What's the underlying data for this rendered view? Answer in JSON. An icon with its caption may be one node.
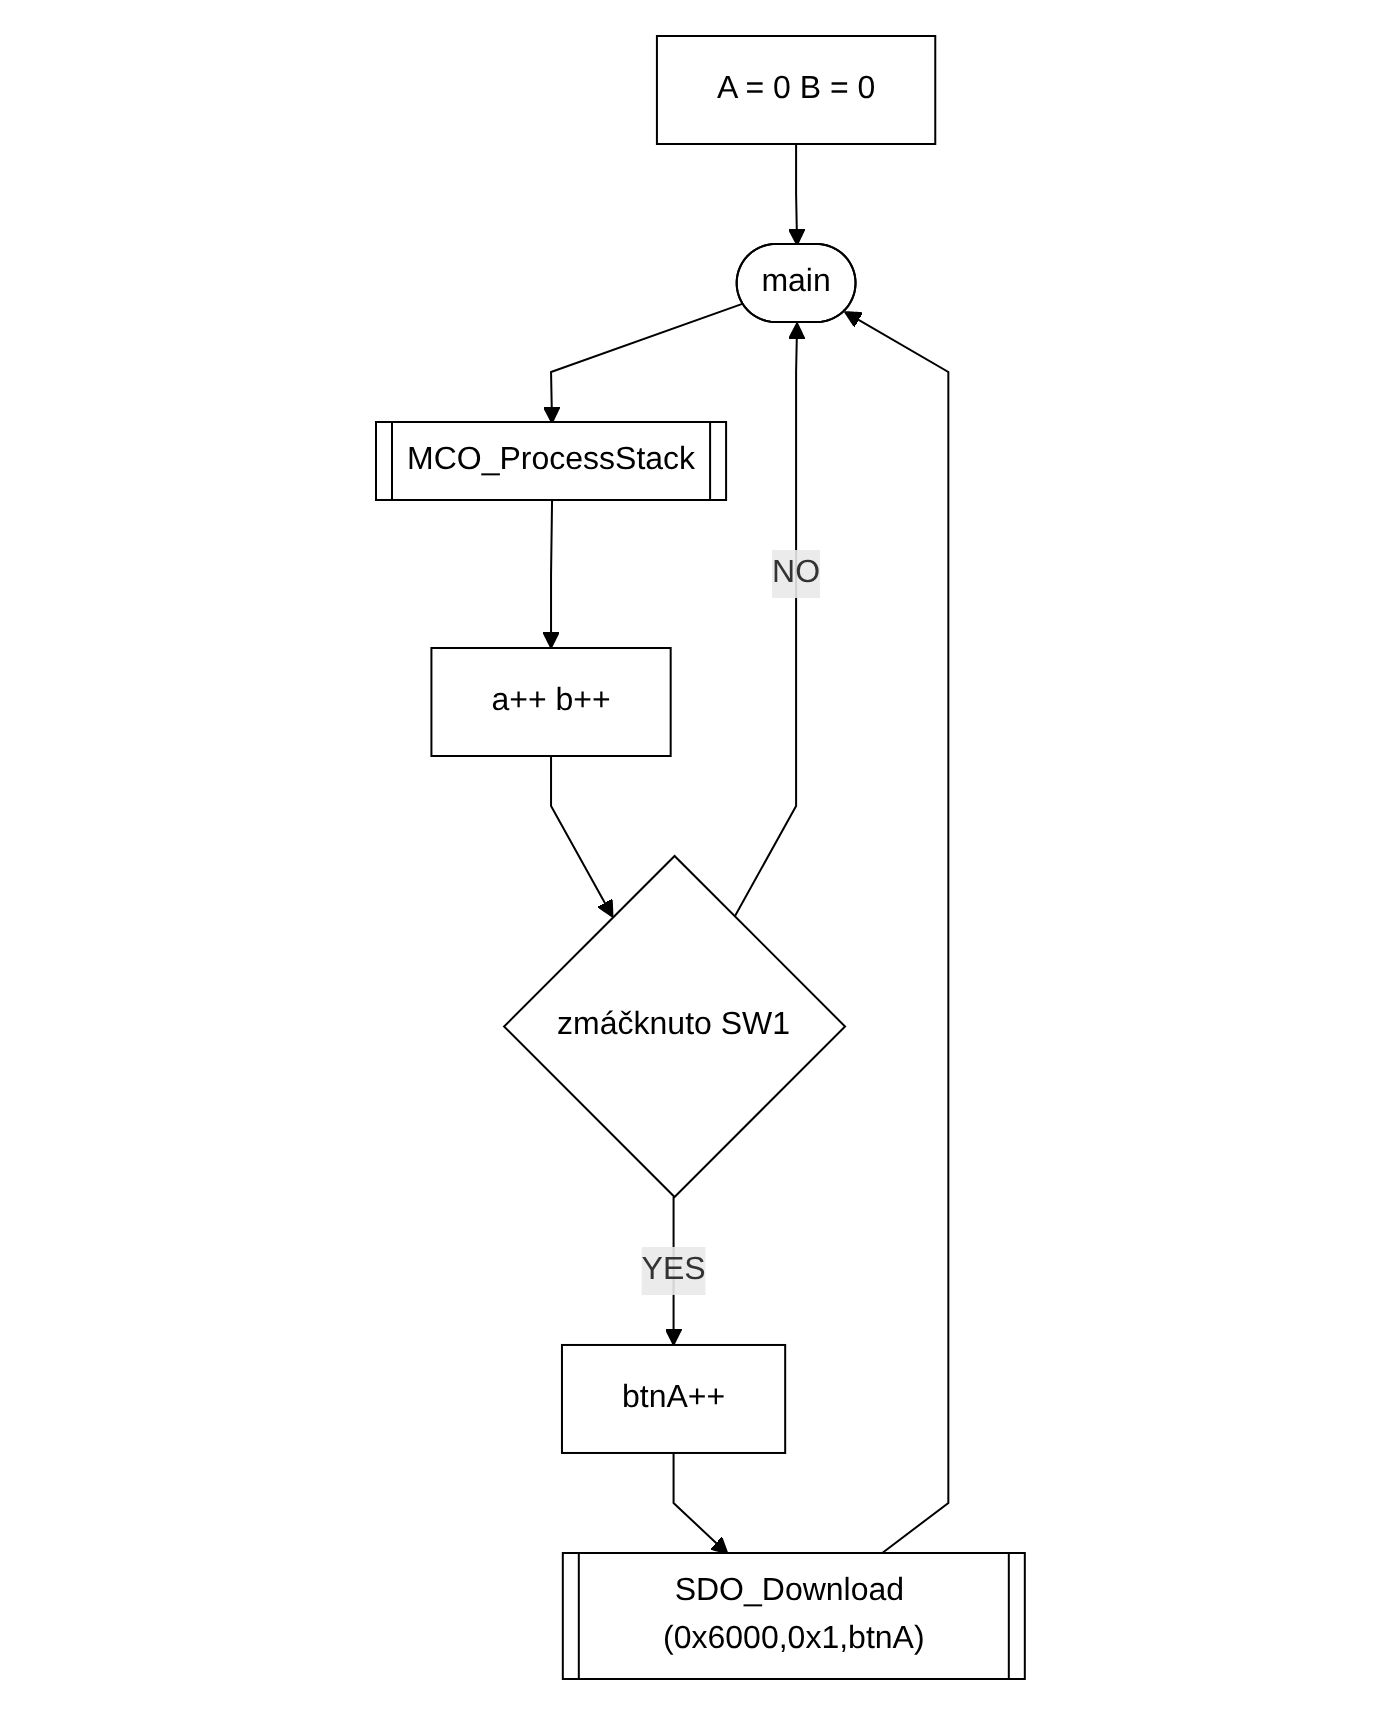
{
  "diagram": {
    "nodes": [
      {
        "text": [
          "A = 0 B = 0"
        ]
      },
      {
        "text": [
          "main"
        ]
      },
      {
        "text": [
          "MCO_ProcessStack"
        ]
      },
      {
        "text": [
          "a++ b++"
        ]
      },
      {
        "text": [
          "zmáčknuto SW1"
        ]
      },
      {
        "text": [
          "btnA++"
        ]
      },
      {
        "text": [
          "SDO_Download (0x6000,0x1,btnA)"
        ]
      }
    ],
    "edges": [
      {
        "from": 0,
        "to": 1,
        "arrow": "to"
      },
      {
        "from": 1,
        "to": 2,
        "arrow": "to"
      },
      {
        "from": 2,
        "to": 3,
        "arrow": "to"
      },
      {
        "from": 3,
        "to": 4,
        "arrow": "to"
      },
      {
        "from": 4,
        "to": 5,
        "arrow": "to",
        "label": "YES"
      },
      {
        "from": 5,
        "to": 6,
        "arrow": "to"
      },
      {
        "from": 4,
        "to": 1,
        "arrow": "to",
        "label": "NO"
      },
      {
        "from": 6,
        "to": 1,
        "arrow": "to"
      }
    ]
  }
}
